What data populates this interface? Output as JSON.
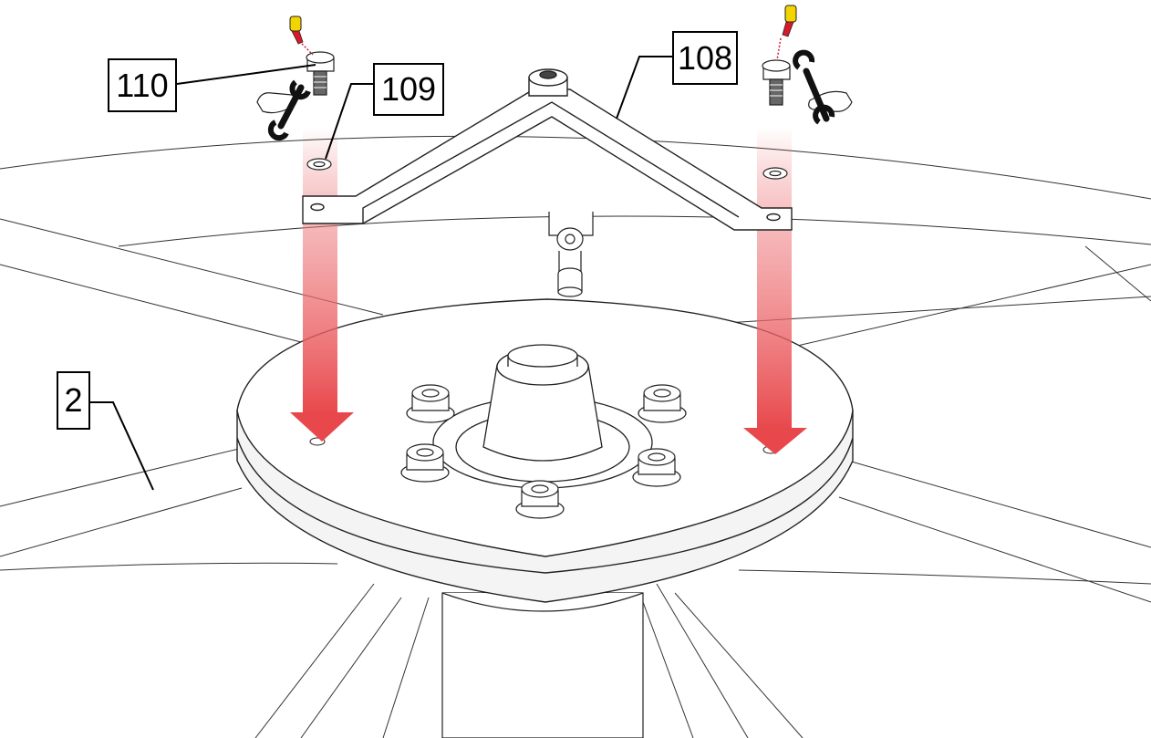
{
  "callouts": {
    "c110": "110",
    "c109": "109",
    "c108": "108",
    "c2": "2"
  },
  "colors": {
    "arrow": "#e8474b",
    "line": "#222222",
    "glue_yellow": "#f2d400",
    "glue_red": "#d9182a"
  },
  "icons": [
    "threadlocker-bottle-icon",
    "wrench-hand-icon",
    "bolt-icon",
    "washer-icon",
    "nut-icon",
    "insert-arrow-icon"
  ]
}
